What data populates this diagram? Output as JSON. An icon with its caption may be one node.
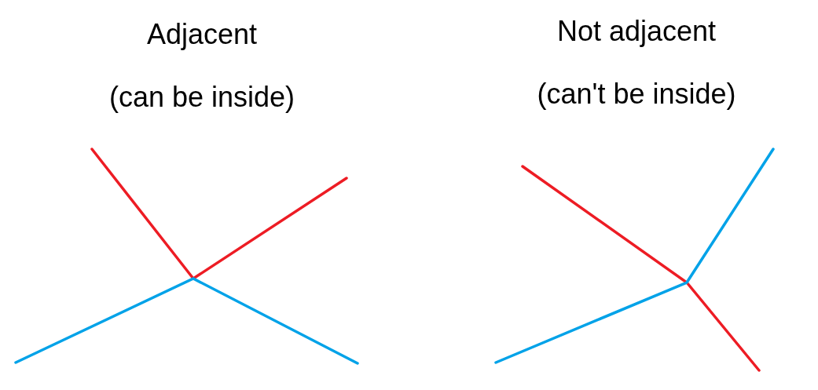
{
  "diagram": {
    "labels": [
      "Adjacent",
      "(can be inside)",
      "Not adjacent",
      "(can't be inside)"
    ]
  }
}
